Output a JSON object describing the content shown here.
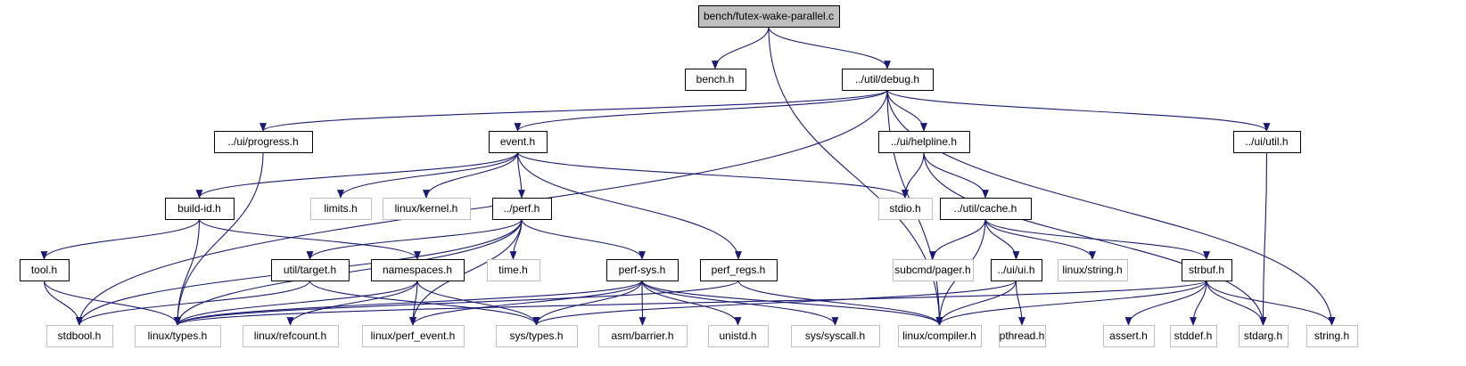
{
  "title": "bench/futex-wake-parallel.c",
  "colors": {
    "edge": "#191970",
    "root_fill": "#bfbfbf",
    "doc_border": "#000000",
    "ext_border": "#bfbfbf"
  },
  "nodes": [
    {
      "id": "root",
      "label": "bench/futex-wake-parallel.c",
      "kind": "root"
    },
    {
      "id": "bench",
      "label": "bench.h",
      "kind": "doc"
    },
    {
      "id": "debug",
      "label": "../util/debug.h",
      "kind": "doc"
    },
    {
      "id": "progress",
      "label": "../ui/progress.h",
      "kind": "doc"
    },
    {
      "id": "event",
      "label": "event.h",
      "kind": "doc"
    },
    {
      "id": "helpline",
      "label": "../ui/helpline.h",
      "kind": "doc"
    },
    {
      "id": "uiutil",
      "label": "../ui/util.h",
      "kind": "doc"
    },
    {
      "id": "buildid",
      "label": "build-id.h",
      "kind": "doc"
    },
    {
      "id": "limits",
      "label": "limits.h",
      "kind": "ext"
    },
    {
      "id": "kernel",
      "label": "linux/kernel.h",
      "kind": "ext"
    },
    {
      "id": "perf",
      "label": "../perf.h",
      "kind": "doc"
    },
    {
      "id": "stdio",
      "label": "stdio.h",
      "kind": "ext"
    },
    {
      "id": "cache",
      "label": "../util/cache.h",
      "kind": "doc"
    },
    {
      "id": "tool",
      "label": "tool.h",
      "kind": "doc"
    },
    {
      "id": "target",
      "label": "util/target.h",
      "kind": "doc"
    },
    {
      "id": "namespaces",
      "label": "namespaces.h",
      "kind": "doc"
    },
    {
      "id": "time",
      "label": "time.h",
      "kind": "ext"
    },
    {
      "id": "perfsys",
      "label": "perf-sys.h",
      "kind": "doc"
    },
    {
      "id": "perfregs",
      "label": "perf_regs.h",
      "kind": "doc"
    },
    {
      "id": "pager",
      "label": "subcmd/pager.h",
      "kind": "ext"
    },
    {
      "id": "ui",
      "label": "../ui/ui.h",
      "kind": "doc"
    },
    {
      "id": "lstring",
      "label": "linux/string.h",
      "kind": "ext"
    },
    {
      "id": "strbuf",
      "label": "strbuf.h",
      "kind": "doc"
    },
    {
      "id": "stdbool",
      "label": "stdbool.h",
      "kind": "ext"
    },
    {
      "id": "types",
      "label": "linux/types.h",
      "kind": "ext"
    },
    {
      "id": "refcount",
      "label": "linux/refcount.h",
      "kind": "ext"
    },
    {
      "id": "perfevent",
      "label": "linux/perf_event.h",
      "kind": "ext"
    },
    {
      "id": "systypes",
      "label": "sys/types.h",
      "kind": "ext"
    },
    {
      "id": "barrier",
      "label": "asm/barrier.h",
      "kind": "ext"
    },
    {
      "id": "unistd",
      "label": "unistd.h",
      "kind": "ext"
    },
    {
      "id": "syscall",
      "label": "sys/syscall.h",
      "kind": "ext"
    },
    {
      "id": "compiler",
      "label": "linux/compiler.h",
      "kind": "ext"
    },
    {
      "id": "pthread",
      "label": "pthread.h",
      "kind": "ext"
    },
    {
      "id": "assert",
      "label": "assert.h",
      "kind": "ext"
    },
    {
      "id": "stddef",
      "label": "stddef.h",
      "kind": "ext"
    },
    {
      "id": "stdarg",
      "label": "stdarg.h",
      "kind": "ext"
    },
    {
      "id": "string",
      "label": "string.h",
      "kind": "ext"
    }
  ],
  "edges": [
    [
      "root",
      "bench"
    ],
    [
      "root",
      "debug"
    ],
    [
      "root",
      "compiler"
    ],
    [
      "debug",
      "progress"
    ],
    [
      "debug",
      "event"
    ],
    [
      "debug",
      "helpline"
    ],
    [
      "debug",
      "uiutil"
    ],
    [
      "debug",
      "stdbool"
    ],
    [
      "debug",
      "compiler"
    ],
    [
      "debug",
      "string"
    ],
    [
      "progress",
      "types"
    ],
    [
      "event",
      "buildid"
    ],
    [
      "event",
      "limits"
    ],
    [
      "event",
      "kernel"
    ],
    [
      "event",
      "perf"
    ],
    [
      "event",
      "stdio"
    ],
    [
      "event",
      "perfregs"
    ],
    [
      "helpline",
      "stdio"
    ],
    [
      "helpline",
      "cache"
    ],
    [
      "helpline",
      "stdarg"
    ],
    [
      "uiutil",
      "stdarg"
    ],
    [
      "buildid",
      "tool"
    ],
    [
      "buildid",
      "namespaces"
    ],
    [
      "buildid",
      "types"
    ],
    [
      "perf",
      "time"
    ],
    [
      "perf",
      "target"
    ],
    [
      "perf",
      "perfsys"
    ],
    [
      "perf",
      "stdbool"
    ],
    [
      "perf",
      "types"
    ],
    [
      "perf",
      "perfevent"
    ],
    [
      "cache",
      "pager"
    ],
    [
      "cache",
      "ui"
    ],
    [
      "cache",
      "lstring"
    ],
    [
      "cache",
      "strbuf"
    ],
    [
      "cache",
      "compiler"
    ],
    [
      "tool",
      "stdbool"
    ],
    [
      "tool",
      "types"
    ],
    [
      "target",
      "stdbool"
    ],
    [
      "target",
      "systypes"
    ],
    [
      "namespaces",
      "types"
    ],
    [
      "namespaces",
      "refcount"
    ],
    [
      "namespaces",
      "perfevent"
    ],
    [
      "namespaces",
      "systypes"
    ],
    [
      "perfsys",
      "types"
    ],
    [
      "perfsys",
      "perfevent"
    ],
    [
      "perfsys",
      "systypes"
    ],
    [
      "perfsys",
      "barrier"
    ],
    [
      "perfsys",
      "unistd"
    ],
    [
      "perfsys",
      "syscall"
    ],
    [
      "perfsys",
      "compiler"
    ],
    [
      "perfregs",
      "types"
    ],
    [
      "perfregs",
      "compiler"
    ],
    [
      "ui",
      "systypes"
    ],
    [
      "ui",
      "compiler"
    ],
    [
      "ui",
      "pthread"
    ],
    [
      "strbuf",
      "types"
    ],
    [
      "strbuf",
      "compiler"
    ],
    [
      "strbuf",
      "assert"
    ],
    [
      "strbuf",
      "stddef"
    ],
    [
      "strbuf",
      "stdarg"
    ],
    [
      "strbuf",
      "string"
    ]
  ]
}
